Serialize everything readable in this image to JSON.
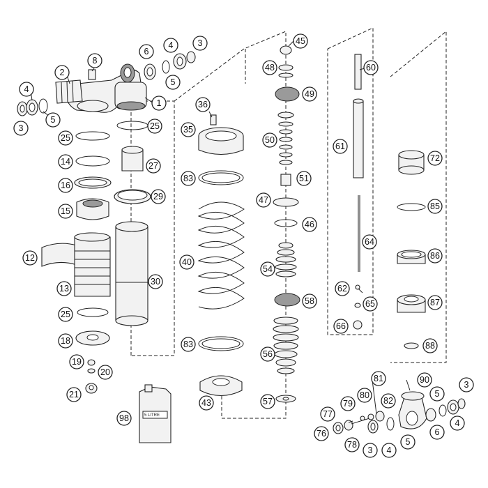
{
  "callouts": [
    {
      "id": "c1",
      "label": "1"
    },
    {
      "id": "c2",
      "label": "2"
    },
    {
      "id": "c3a",
      "label": "3"
    },
    {
      "id": "c3b",
      "label": "3"
    },
    {
      "id": "c3c",
      "label": "3"
    },
    {
      "id": "c3d",
      "label": "3"
    },
    {
      "id": "c4a",
      "label": "4"
    },
    {
      "id": "c4b",
      "label": "4"
    },
    {
      "id": "c4c",
      "label": "4"
    },
    {
      "id": "c4d",
      "label": "4"
    },
    {
      "id": "c5a",
      "label": "5"
    },
    {
      "id": "c5b",
      "label": "5"
    },
    {
      "id": "c5c",
      "label": "5"
    },
    {
      "id": "c5d",
      "label": "5"
    },
    {
      "id": "c6a",
      "label": "6"
    },
    {
      "id": "c6b",
      "label": "6"
    },
    {
      "id": "c8",
      "label": "8"
    },
    {
      "id": "c12",
      "label": "12"
    },
    {
      "id": "c13",
      "label": "13"
    },
    {
      "id": "c14",
      "label": "14"
    },
    {
      "id": "c15",
      "label": "15"
    },
    {
      "id": "c16",
      "label": "16"
    },
    {
      "id": "c18",
      "label": "18"
    },
    {
      "id": "c19",
      "label": "19"
    },
    {
      "id": "c20",
      "label": "20"
    },
    {
      "id": "c21",
      "label": "21"
    },
    {
      "id": "c25a",
      "label": "25"
    },
    {
      "id": "c25b",
      "label": "25"
    },
    {
      "id": "c25c",
      "label": "25"
    },
    {
      "id": "c27",
      "label": "27"
    },
    {
      "id": "c29",
      "label": "29"
    },
    {
      "id": "c30",
      "label": "30"
    },
    {
      "id": "c35",
      "label": "35"
    },
    {
      "id": "c36",
      "label": "36"
    },
    {
      "id": "c40",
      "label": "40"
    },
    {
      "id": "c43",
      "label": "43"
    },
    {
      "id": "c45",
      "label": "45"
    },
    {
      "id": "c46",
      "label": "46"
    },
    {
      "id": "c47",
      "label": "47"
    },
    {
      "id": "c48",
      "label": "48"
    },
    {
      "id": "c49",
      "label": "49"
    },
    {
      "id": "c50",
      "label": "50"
    },
    {
      "id": "c51",
      "label": "51"
    },
    {
      "id": "c54",
      "label": "54"
    },
    {
      "id": "c56",
      "label": "56"
    },
    {
      "id": "c57",
      "label": "57"
    },
    {
      "id": "c58",
      "label": "58"
    },
    {
      "id": "c60",
      "label": "60"
    },
    {
      "id": "c61",
      "label": "61"
    },
    {
      "id": "c62",
      "label": "62"
    },
    {
      "id": "c64",
      "label": "64"
    },
    {
      "id": "c65",
      "label": "65"
    },
    {
      "id": "c66",
      "label": "66"
    },
    {
      "id": "c72",
      "label": "72"
    },
    {
      "id": "c76",
      "label": "76"
    },
    {
      "id": "c77",
      "label": "77"
    },
    {
      "id": "c78",
      "label": "78"
    },
    {
      "id": "c79",
      "label": "79"
    },
    {
      "id": "c80",
      "label": "80"
    },
    {
      "id": "c81",
      "label": "81"
    },
    {
      "id": "c82",
      "label": "82"
    },
    {
      "id": "c83a",
      "label": "83"
    },
    {
      "id": "c83b",
      "label": "83"
    },
    {
      "id": "c85",
      "label": "85"
    },
    {
      "id": "c86",
      "label": "86"
    },
    {
      "id": "c87",
      "label": "87"
    },
    {
      "id": "c88",
      "label": "88"
    },
    {
      "id": "c90",
      "label": "90"
    },
    {
      "id": "c98",
      "label": "98"
    }
  ],
  "oil_can": {
    "label": "5 LITRE"
  }
}
